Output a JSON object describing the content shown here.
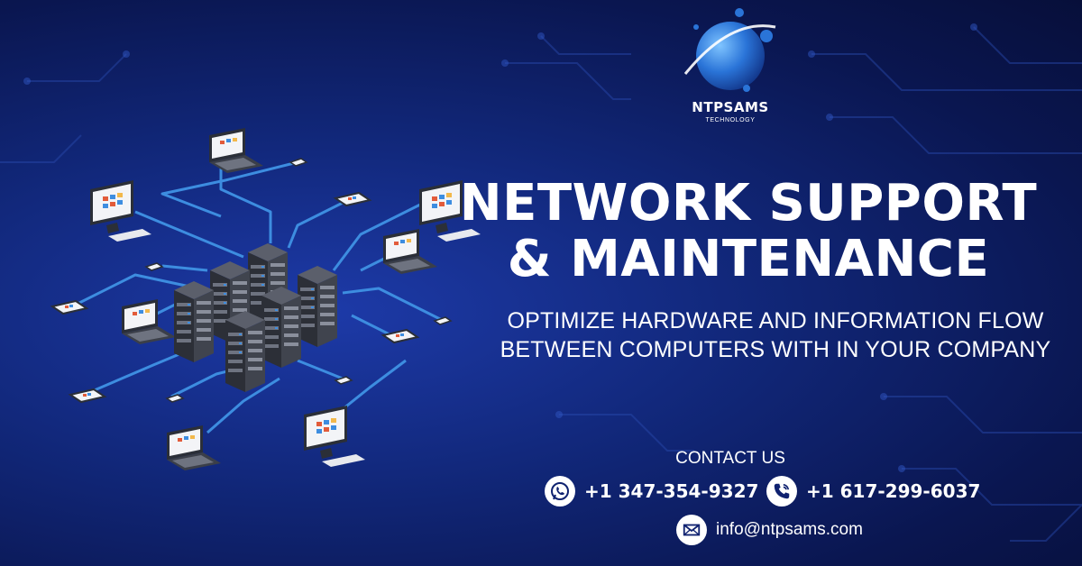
{
  "brand": {
    "name": "NTPSAMS",
    "tagline": "TECHNOLOGY"
  },
  "headline": {
    "line1": "NETWORK SUPPORT",
    "line2": "& MAINTENANCE"
  },
  "subheadline": {
    "line1": "OPTIMIZE HARDWARE AND INFORMATION FLOW",
    "line2": "BETWEEN COMPUTERS WITH IN YOUR COMPANY"
  },
  "contact": {
    "title": "CONTACT US",
    "phone1": "+1 347-354-9327",
    "phone2": "+1 617-299-6037",
    "email": "info@ntpsams.com"
  },
  "icons": {
    "phone1": "whatsapp-icon",
    "phone2": "phone-icon",
    "email": "mail-icon"
  },
  "colors": {
    "background": "#0f2270",
    "line": "#3d8de0",
    "server": "#3a3d46",
    "text": "#ffffff"
  }
}
